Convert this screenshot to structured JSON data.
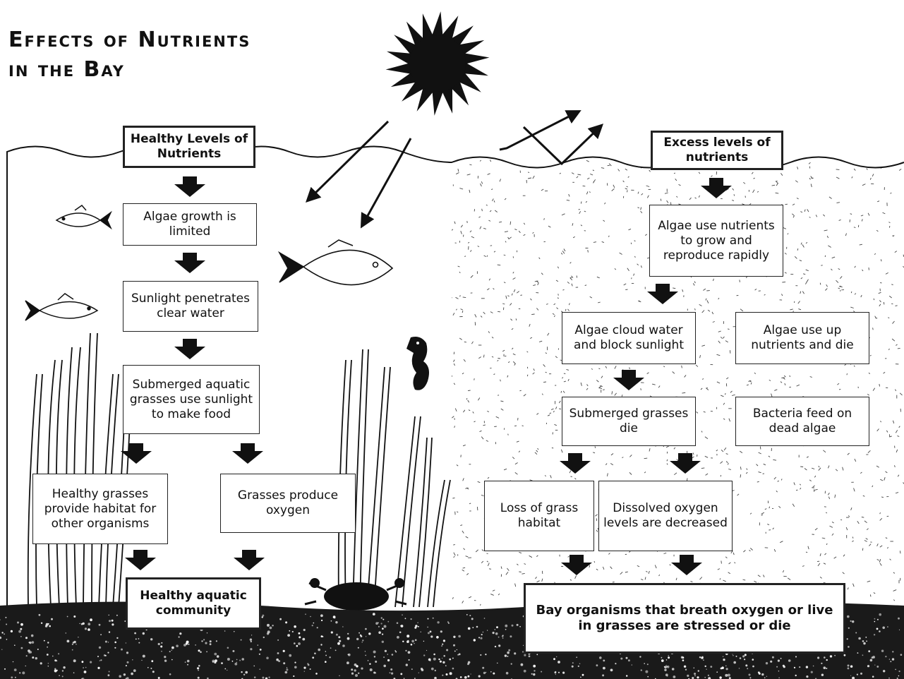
{
  "title": {
    "line1": "Effects of Nutrients",
    "line2": "in the Bay"
  },
  "colors": {
    "ink": "#111111",
    "background": "#ffffff",
    "sediment": "#1a1a1a"
  },
  "healthy": {
    "header": "Healthy Levels of Nutrients",
    "step1": "Algae growth is limited",
    "step2": "Sunlight penetrates clear water",
    "step3": "Submerged aquatic grasses use sunlight to make food",
    "habitat": "Healthy grasses provide habitat for other organisms",
    "oxygen": "Grasses produce oxygen",
    "result": "Healthy aquatic community"
  },
  "excess": {
    "header": "Excess levels of nutrients",
    "step1": "Algae use nutrients to grow and reproduce rapidly",
    "cloud": "Algae cloud water and block sunlight",
    "use_up": "Algae use up nutrients and die",
    "grasses_die": "Submerged grasses die",
    "bacteria": "Bacteria feed on dead algae",
    "loss": "Loss of grass habitat",
    "dissolved": "Dissolved oxygen levels are decreased",
    "result": "Bay organisms that breath oxygen or live in grasses are stressed or die"
  },
  "icons": [
    "sun-icon",
    "fish-icon",
    "seahorse-icon",
    "crab-icon",
    "seagrass-icon",
    "down-arrow-icon",
    "sunlight-ray-arrow-icon"
  ]
}
